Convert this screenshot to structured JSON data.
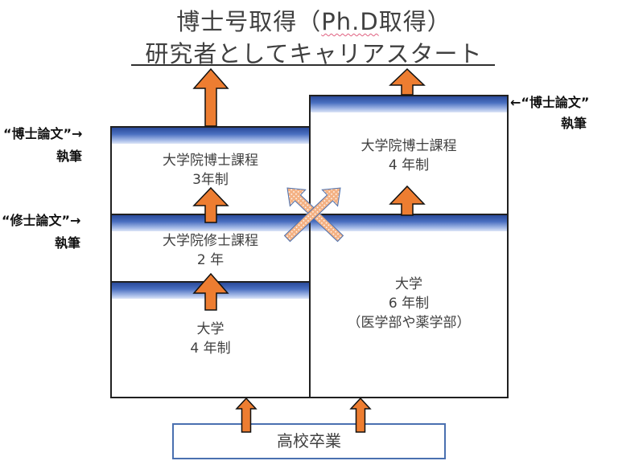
{
  "title": {
    "line1_prefix": "博士号取得（",
    "line1_phd": "Ph.D",
    "line1_suffix": "取得）",
    "line2": "研究者としてキャリアスタート"
  },
  "left_column": {
    "stages": [
      {
        "name": "大学院博士課程",
        "duration": "3年制"
      },
      {
        "name": "大学院修士課程",
        "duration": "2 年"
      },
      {
        "name": "大学",
        "duration": "4 年制"
      }
    ]
  },
  "right_column": {
    "stages": [
      {
        "name": "大学院博士課程",
        "duration": "4 年制"
      },
      {
        "name": "大学",
        "duration": "6 年制",
        "note": "（医学部や薬学部）"
      }
    ]
  },
  "side_labels": {
    "left_doctoral": {
      "line1": "“博士論文”",
      "line2": "執筆",
      "arrow": "→"
    },
    "left_master": {
      "line1": "“修士論文”",
      "line2": "執筆",
      "arrow": "→"
    },
    "right_doctoral": {
      "line1": "“博士論文”",
      "line2": "執筆",
      "arrow": "←"
    }
  },
  "start": {
    "label": "高校卒業"
  },
  "colors": {
    "arrow_fill": "#ed7d31",
    "arrow_stroke": "#111111",
    "band_dark": "#2a4a9a",
    "band_light": "#dce5f7",
    "start_border": "#4a70b0",
    "cross_arrow_fill": "#f4b183",
    "cross_arrow_stroke": "#4a70b0"
  }
}
